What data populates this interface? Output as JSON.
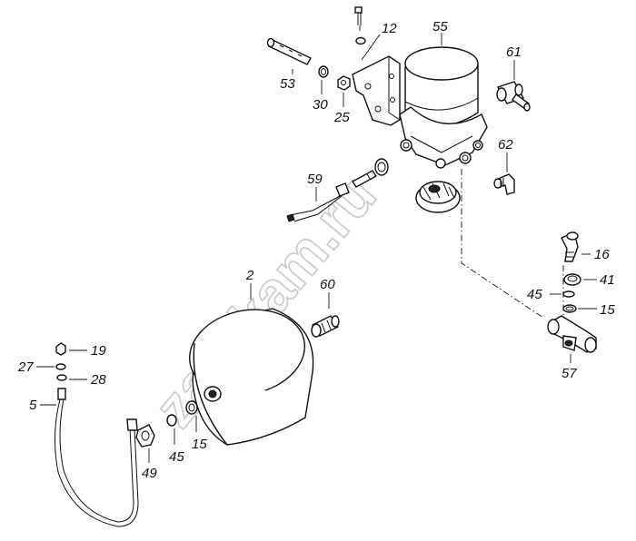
{
  "watermark": "zap-kam.ru",
  "callouts": {
    "c2": "2",
    "c5": "5",
    "c12": "12",
    "c15a": "15",
    "c15b": "15",
    "c16": "16",
    "c19": "19",
    "c25": "25",
    "c27": "27",
    "c28": "28",
    "c30": "30",
    "c41": "41",
    "c45a": "45",
    "c45b": "45",
    "c49": "49",
    "c53": "53",
    "c55": "55",
    "c57": "57",
    "c59": "59",
    "c60": "60",
    "c61": "61",
    "c62": "62"
  }
}
